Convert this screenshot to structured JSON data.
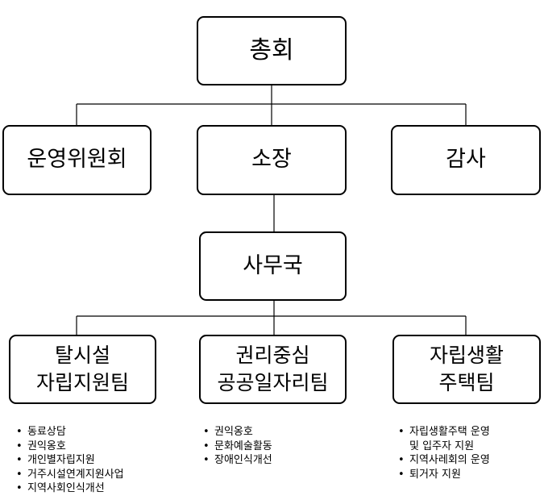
{
  "nodes": {
    "general_assembly": "총회",
    "steering_committee": "운영위원회",
    "director": "소장",
    "auditor": "감사",
    "secretariat": "사무국",
    "team_deinstitution": "탈시설\n자립지원팀",
    "team_rights_jobs": "권리중심\n공공일자리팀",
    "team_housing": "자립생활\n주택팀"
  },
  "tasks": {
    "team_deinstitution": [
      "동료상담",
      "권익옹호",
      "개인별자립지원",
      "거주시설연계지원사업",
      "지역사회인식개선"
    ],
    "team_rights_jobs": [
      "권익옹호",
      "문화예술활동",
      "장애인식개선"
    ],
    "team_housing": [
      "자립생활주택 운영\n및 입주자 지원",
      "지역사레회의 운영",
      "퇴거자 지원"
    ]
  }
}
